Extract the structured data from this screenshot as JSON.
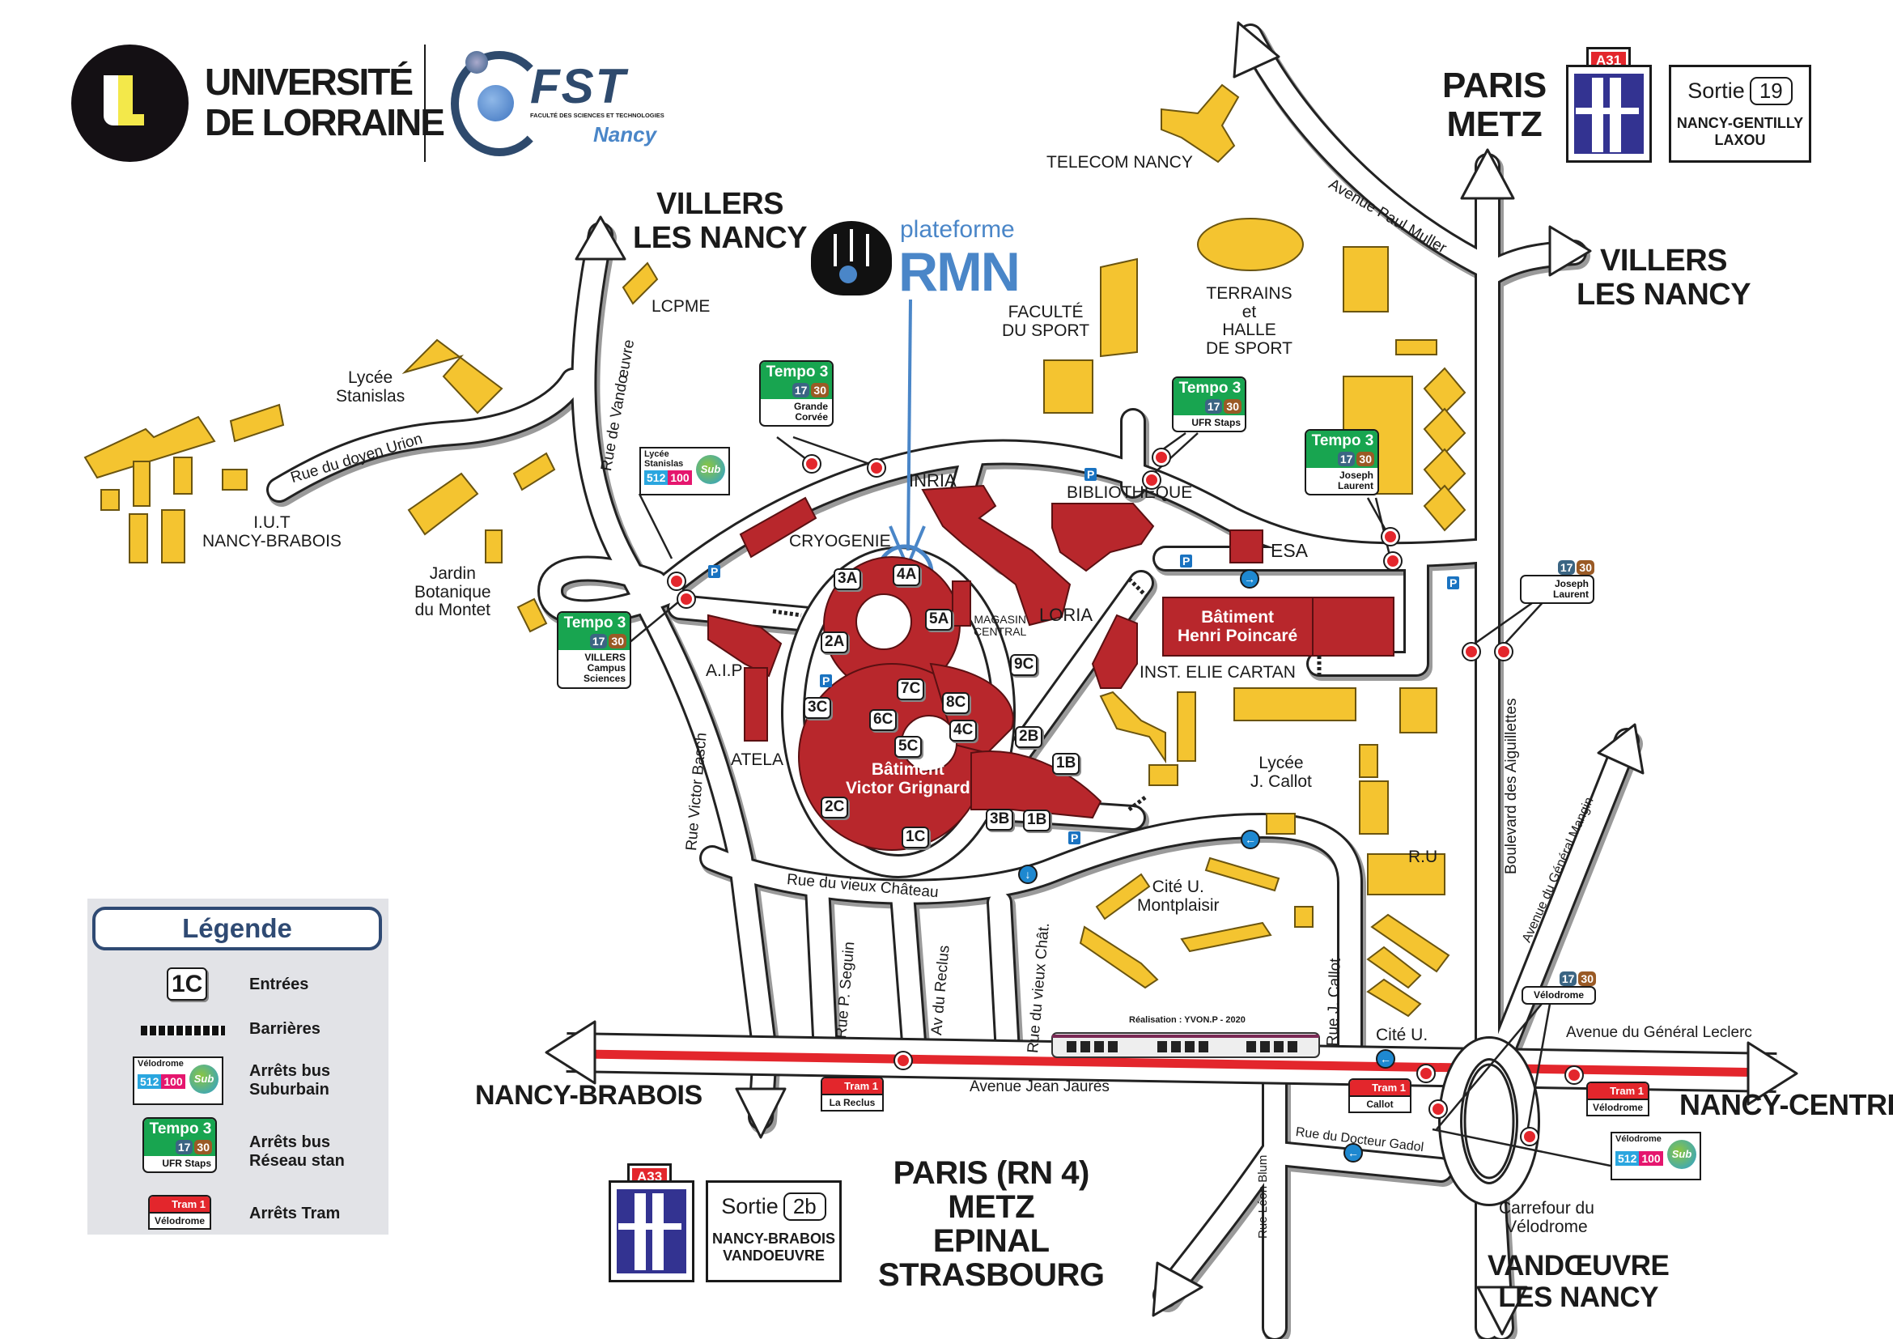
{
  "logos": {
    "university_line1": "UNIVERSITÉ",
    "university_line2": "DE LORRAINE",
    "fst": "FST",
    "fst_subtitle": "FACULTÉ DES SCIENCES ET TECHNOLOGIES",
    "fst_city": "Nancy",
    "rmn_top": "plateforme",
    "rmn": "RMN"
  },
  "destinations": {
    "villers_top": [
      "VILLERS",
      "LES NANCY"
    ],
    "paris_metz": [
      "PARIS",
      "METZ"
    ],
    "villers_right": [
      "VILLERS",
      "LES NANCY"
    ],
    "nancy_brabois": "NANCY-BRABOIS",
    "nancy_centre": "NANCY-CENTRE",
    "south": [
      "PARIS (RN 4)",
      "METZ",
      "EPINAL",
      "STRASBOURG"
    ],
    "vandoeuvre": [
      "VANDŒUVRE",
      "LES NANCY"
    ]
  },
  "highway_signs": [
    {
      "route": "A31",
      "exit_label": "Sortie",
      "exit_number": "19",
      "towns": [
        "NANCY-GENTILLY",
        "LAXOU"
      ]
    },
    {
      "route": "A33",
      "exit_label": "Sortie",
      "exit_number": "2b",
      "towns": [
        "NANCY-BRABOIS",
        "VANDOEUVRE"
      ]
    }
  ],
  "places": {
    "telecom": "TELECOM NANCY",
    "lcpme": "LCPME",
    "faculte_sport": [
      "FACULTÉ",
      "DU SPORT"
    ],
    "terrains": [
      "TERRAINS",
      "et",
      "HALLE",
      "DE SPORT"
    ],
    "lycee_stanislas": [
      "Lycée",
      "Stanislas"
    ],
    "iut": [
      "I.U.T",
      "NANCY-BRABOIS"
    ],
    "jardin": [
      "Jardin",
      "Botanique",
      "du Montet"
    ],
    "inria": "INRIA",
    "cryogenie": "CRYOGENIE",
    "bibliotheque": "BIBLIOTHEQUE",
    "esa": "ESA",
    "magasin": [
      "MAGASIN",
      "CENTRAL"
    ],
    "loria": "LORIA",
    "poincare": [
      "Bâtiment",
      "Henri Poincaré"
    ],
    "elie_cartan": "INST. ELIE CARTAN",
    "aip": "A.I.P",
    "atela": "ATELA",
    "grignard": [
      "Bâtiment",
      "Victor Grignard"
    ],
    "lycee_callot": [
      "Lycée",
      "J. Callot"
    ],
    "ru": "R.U",
    "cite_montplaisir": [
      "Cité U.",
      "Montplaisir"
    ],
    "cite_u": "Cité U.",
    "carrefour": [
      "Carrefour du",
      "Vélodrome"
    ]
  },
  "streets": {
    "paul_muller": "Avenue Paul Muller",
    "doyen_urion": "Rue du doyen Urion",
    "vandoeuvre": "Rue de Vandœuvre",
    "victor_basch": "Rue Victor Basch",
    "vieux_chateau": "Rue du vieux Château",
    "seguin": "Rue P. Seguin",
    "reclus": "Av du Reclus",
    "vieux_chat": "Rue du vieux Chât.",
    "j_callot": "Rue J. Callot",
    "aiguillettes": "Boulevard des Aiguillettes",
    "mangin": "Avenue du Général Mangin",
    "leclerc": "Avenue du Général Leclerc",
    "jean_jaures": "Avenue Jean Jaurès",
    "gadol": "Rue du Docteur Gadol",
    "leon_blum": "Rue Léon Blum"
  },
  "entrances": [
    "3A",
    "4A",
    "5A",
    "2A",
    "9C",
    "7C",
    "8C",
    "6C",
    "3C",
    "4C",
    "5C",
    "2B",
    "1B",
    "2C",
    "1C",
    "3B",
    "1B"
  ],
  "parking_label": "P",
  "bus_stops_stan": [
    {
      "line_name": "Tempo 3",
      "lines": [
        "17",
        "30"
      ],
      "stop": [
        "Grande",
        "Corvée"
      ]
    },
    {
      "line_name": "Tempo 3",
      "lines": [
        "17",
        "30"
      ],
      "stop": [
        "UFR Staps"
      ]
    },
    {
      "line_name": "Tempo 3",
      "lines": [
        "17",
        "30"
      ],
      "stop": [
        "Joseph",
        "Laurent"
      ]
    },
    {
      "line_name": "Tempo 3",
      "lines": [
        "17",
        "30"
      ],
      "stop": [
        "VILLERS",
        "Campus",
        "Sciences"
      ]
    },
    {
      "lines": [
        "17",
        "30"
      ],
      "stop": [
        "Joseph",
        "Laurent"
      ]
    },
    {
      "lines": [
        "17",
        "30"
      ],
      "stop": [
        "Vélodrome"
      ]
    }
  ],
  "bus_stops_sub": [
    {
      "stop": [
        "Lycée",
        "Stanislas"
      ],
      "lines": [
        "512",
        "100"
      ],
      "brand": "Sub"
    },
    {
      "stop": [
        "Vélodrome"
      ],
      "lines": [
        "512",
        "100"
      ],
      "brand": "Sub"
    }
  ],
  "tram_stops": [
    {
      "line": "Tram 1",
      "stop": "La Reclus"
    },
    {
      "line": "Tram 1",
      "stop": "Callot"
    },
    {
      "line": "Tram 1",
      "stop": "Vélodrome"
    }
  ],
  "credit": "Réalisation : YVON.P - 2020",
  "legend": {
    "title": "Légende",
    "entrance_sample": "1C",
    "entrances": "Entrées",
    "barriers": "Barrières",
    "sub_sample": {
      "stop": "Vélodrome",
      "lines": [
        "512",
        "100"
      ],
      "brand": "Sub"
    },
    "sub": [
      "Arrêts bus",
      "Suburbain"
    ],
    "stan_sample": {
      "line_name": "Tempo 3",
      "lines": [
        "17",
        "30"
      ],
      "stop": "UFR Staps"
    },
    "stan": [
      "Arrêts bus",
      "Réseau stan"
    ],
    "tram_sample": {
      "line": "Tram 1",
      "stop": "Vélodrome"
    },
    "tram": "Arrêts Tram"
  },
  "colors": {
    "faculty_building": "#b8272c",
    "other_building": "#f4c430",
    "tram_line": "#e3262c",
    "tempo_green": "#18a550",
    "line17": "#3b6583",
    "line30": "#9a5a25",
    "rmn_blue": "#4a86c8",
    "legend_bg": "#e2e3e7",
    "highway_blue": "#333391"
  }
}
